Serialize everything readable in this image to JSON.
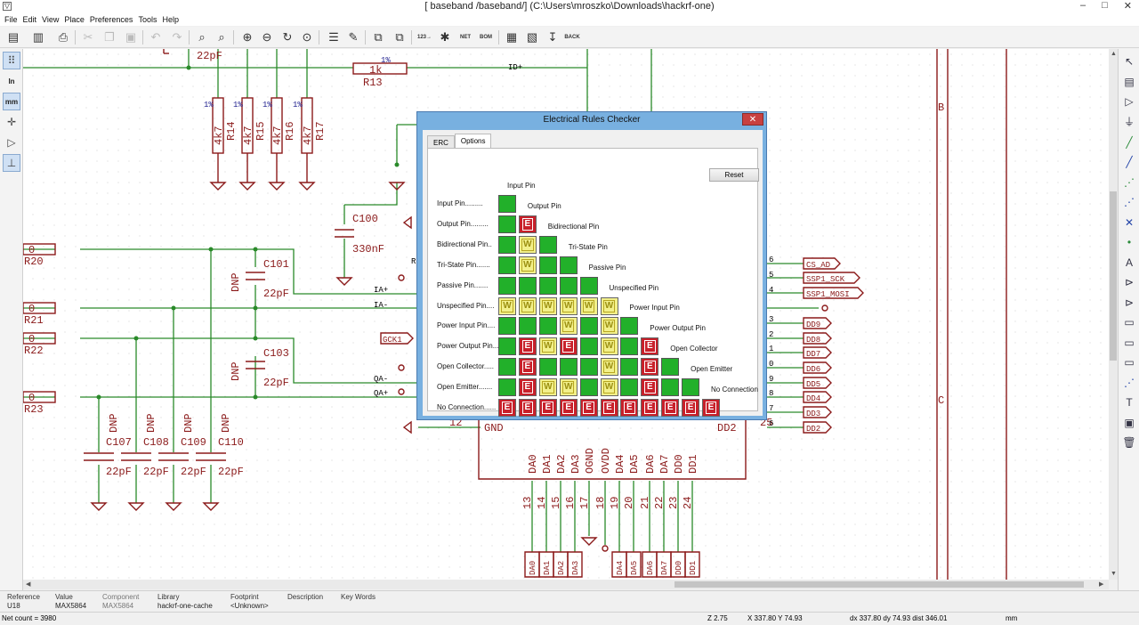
{
  "window": {
    "title": "[ baseband /baseband/] (C:\\Users\\mroszko\\Downloads\\hackrf-one)",
    "app_icon": "eeschema-icon",
    "controls": [
      "–",
      "□",
      "✕"
    ]
  },
  "menu": [
    "File",
    "Edit",
    "View",
    "Place",
    "Preferences",
    "Tools",
    "Help"
  ],
  "toolbar": {
    "icons": [
      "new-sheet-icon",
      "open-icon",
      "print-icon",
      "cut-icon",
      "copy-icon",
      "paste-icon",
      "undo-icon",
      "redo-icon",
      "find-icon",
      "find-replace-icon",
      "zoom-in-icon",
      "zoom-out-icon",
      "redraw-icon",
      "zoom-fit-icon",
      "hierarchy-icon",
      "leave-sheet-icon",
      "library-editor-icon",
      "library-browser-icon",
      "annotate-icon",
      "erc-icon",
      "netlist-icon",
      "bom-icon",
      "cvpcb-icon",
      "pcbnew-icon",
      "import-footprint-icon",
      "back-annotate-icon"
    ],
    "labels": {
      "annotate": "123→",
      "netlist": "NET",
      "bom": "BOM",
      "back": "BACK"
    }
  },
  "left_toolbar": {
    "unit_in": "In",
    "unit_mm": "mm"
  },
  "schematic": {
    "components": {
      "R13": {
        "ref": "R13",
        "value": "1k",
        "tol": "1%"
      },
      "R14": {
        "ref": "R14",
        "value": "4k7",
        "tol": "1%"
      },
      "R15": {
        "ref": "R15",
        "value": "4k7",
        "tol": "1%"
      },
      "R16": {
        "ref": "R16",
        "value": "4k7",
        "tol": "1%"
      },
      "R17": {
        "ref": "R17",
        "value": "4k7",
        "tol": "1%"
      },
      "C100": {
        "ref": "C100",
        "value": "330nF"
      },
      "C101": {
        "ref": "C101",
        "value": "22pF",
        "dnp": "DNP"
      },
      "C103": {
        "ref": "C103",
        "value": "22pF",
        "dnp": "DNP"
      },
      "C107": {
        "ref": "C107",
        "value": "22pF",
        "dnp": "DNP"
      },
      "C108": {
        "ref": "C108",
        "value": "22pF",
        "dnp": "DNP"
      },
      "C109": {
        "ref": "C109",
        "value": "22pF",
        "dnp": "DNP"
      },
      "C110": {
        "ref": "C110",
        "value": "22pF",
        "dnp": "DNP"
      },
      "Ctop": {
        "value": "22pF"
      }
    },
    "left_refs": [
      "R20",
      "R21",
      "R22",
      "R23"
    ],
    "left_vals": [
      "0",
      "0",
      "0",
      "0"
    ],
    "nets": {
      "id_plus": "ID+",
      "ia_plus": "IA+",
      "ia_minus": "IA-",
      "qa_minus": "QA-",
      "qa_plus": "QA+",
      "gck1": "GCK1",
      "r_frag": "R"
    },
    "ic_bottom_pins": {
      "names": [
        "DA0",
        "DA1",
        "DA2",
        "DA3",
        "OGND",
        "OVDD",
        "DA4",
        "DA5",
        "DA6",
        "DA7",
        "DD0",
        "DD1"
      ],
      "numbers": [
        "13",
        "14",
        "15",
        "16",
        "17",
        "18",
        "19",
        "20",
        "21",
        "22",
        "23",
        "24"
      ]
    },
    "ic_labels": {
      "gnd": "GND",
      "dd2": "DD2",
      "pin12": "12",
      "pin25": "25"
    },
    "right_pin_numbers": [
      "6",
      "5",
      "4",
      "3",
      "2",
      "1",
      "0",
      "9",
      "8",
      "7",
      "6"
    ],
    "right_nets": [
      "CS_AD",
      "SSP1_SCK",
      "SSP1_MOSI",
      "DD9",
      "DD8",
      "DD7",
      "DD6",
      "DD5",
      "DD4",
      "DD3",
      "DD2"
    ],
    "bottom_net_labels": [
      "DA0",
      "DA1",
      "DA2",
      "DA3",
      "DA4",
      "DA5",
      "DA6",
      "DA7",
      "DD0",
      "DD1"
    ],
    "frame_labels": [
      "B",
      "C"
    ]
  },
  "erc_dialog": {
    "title": "Electrical Rules Checker",
    "close": "✕",
    "tabs": [
      "ERC",
      "Options"
    ],
    "active_tab": "Options",
    "reset_label": "Reset",
    "column_labels": [
      "Input Pin",
      "Output Pin",
      "Bidirectional Pin",
      "Tri-State Pin",
      "Passive Pin",
      "Unspecified Pin",
      "Power Input Pin",
      "Power Output Pin",
      "Open Collector",
      "Open Emitter",
      "No Connection"
    ],
    "row_labels": [
      "Input Pin.........",
      "Output Pin.........",
      "Bidirectional Pin..",
      "Tri-State Pin.......",
      "Passive Pin.......",
      "Unspecified Pin....",
      "Power Input Pin....",
      "Power Output Pin...",
      "Open Collector.....",
      "Open Emitter.......",
      "No Connection......"
    ],
    "matrix": [
      [
        "ok"
      ],
      [
        "ok",
        "err"
      ],
      [
        "ok",
        "warn",
        "ok"
      ],
      [
        "ok",
        "warn",
        "ok",
        "ok"
      ],
      [
        "ok",
        "ok",
        "ok",
        "ok",
        "ok"
      ],
      [
        "warn",
        "warn",
        "warn",
        "warn",
        "warn",
        "warn"
      ],
      [
        "ok",
        "ok",
        "ok",
        "warn",
        "ok",
        "warn",
        "ok"
      ],
      [
        "ok",
        "err",
        "warn",
        "err",
        "ok",
        "warn",
        "ok",
        "err"
      ],
      [
        "ok",
        "err",
        "ok",
        "ok",
        "ok",
        "warn",
        "ok",
        "err",
        "ok"
      ],
      [
        "ok",
        "err",
        "warn",
        "warn",
        "ok",
        "warn",
        "ok",
        "err",
        "ok",
        "ok"
      ],
      [
        "err",
        "err",
        "err",
        "err",
        "err",
        "err",
        "err",
        "err",
        "err",
        "err",
        "err"
      ]
    ],
    "marks": {
      "warn": "W",
      "err": "E"
    }
  },
  "info_panel": [
    {
      "header": "Reference",
      "value": "U18",
      "dim": false
    },
    {
      "header": "Value",
      "value": "MAX5864",
      "dim": false
    },
    {
      "header": "Component",
      "value": "MAX5864",
      "dim": true
    },
    {
      "header": "Library",
      "value": "hackrf-one-cache",
      "dim": false
    },
    {
      "header": "Footprint",
      "value": "<Unknown>",
      "dim": false
    },
    {
      "header": "Description",
      "value": "",
      "dim": false
    },
    {
      "header": "Key Words",
      "value": "",
      "dim": false
    }
  ],
  "status": {
    "net_count": "Net count = 3980",
    "zoom": "Z 2.75",
    "cursor": "X 337.80  Y 74.93",
    "delta": "dx 337.80  dy 74.93  dist 346.01",
    "units": "mm"
  },
  "colors": {
    "wire": "#2a8a2a",
    "component": "#8b1a1a",
    "label": "#1a1a8b",
    "dialog_frame": "#78b0e0",
    "ok": "#22b02a",
    "warn": "#f2f08a",
    "err": "#c8202a"
  }
}
